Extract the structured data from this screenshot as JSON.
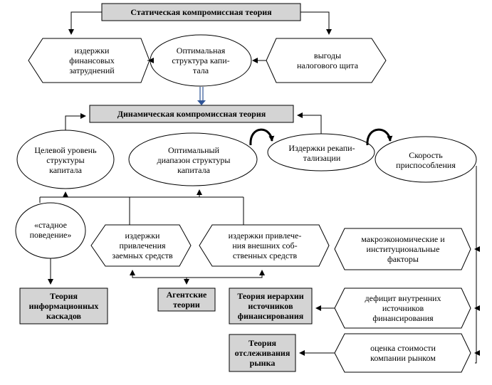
{
  "header_top": "Статическая компромиссная теория",
  "header_mid": "Динамическая компромиссная теория",
  "nodes": {
    "financial_distress": "издержки\nфинансовых\nзатруднений",
    "optimal_structure": "Оптимальная\nструктура капи-\nтала",
    "tax_shield": "выгоды\nналогового щита",
    "target_level": "Целевой уровень\nструктуры\nкапитала",
    "optimal_range": "Оптимальный\nдиапазон структуры\nкапитала",
    "recap_costs": "Издержки рекапи-\nтализации",
    "adjust_speed": "Скорость\nприспособления",
    "herd": "«стадное\nповедение»",
    "debt_costs": "издержки\nпривлечения\nзаемных средств",
    "equity_costs": "издержки привлече-\nния внешних соб-\nственных средств",
    "macro": "макроэкономические и\nинституциональные\nфакторы",
    "deficit": "дефицит внутренних\nисточников\nфинансирования",
    "valuation": "оценка стоимости\nкомпании рынком"
  },
  "theories": {
    "cascades": "Теория\nинформационных\nкаскадов",
    "agency": "Агентские\nтеории",
    "pecking": "Теория иерархии\nисточников\nфинансирования",
    "market_timing": "Теория\nотслеживания\nрынка"
  }
}
